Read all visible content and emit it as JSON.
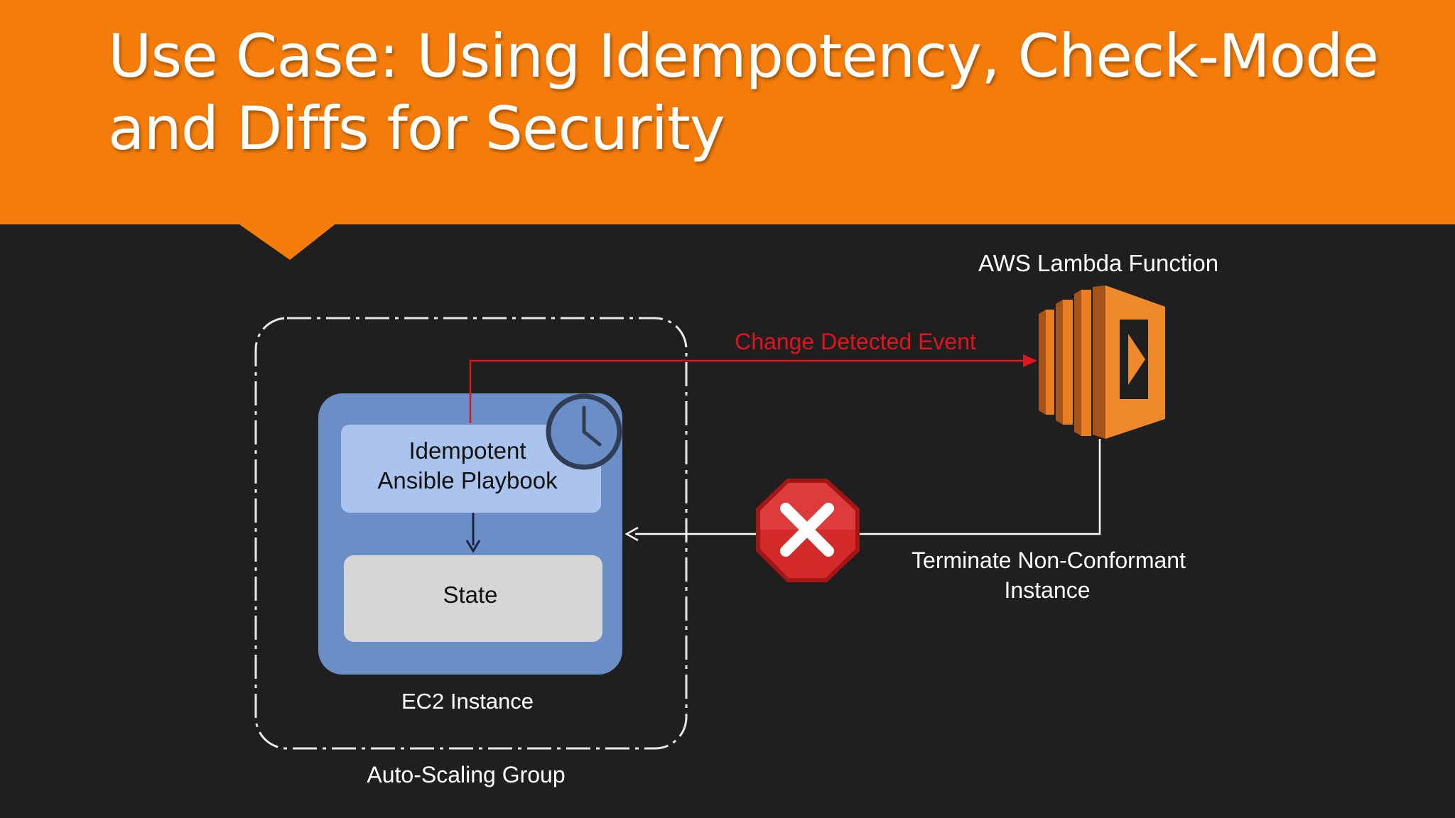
{
  "slide": {
    "title": "Use Case: Using Idempotency, Check-Mode and Diffs for Security"
  },
  "diagram": {
    "lambda_label": "AWS Lambda Function",
    "event_label": "Change Detected Event",
    "playbook_line1": "Idempotent",
    "playbook_line2": "Ansible Playbook",
    "state_label": "State",
    "ec2_label": "EC2 Instance",
    "asg_label": "Auto-Scaling Group",
    "terminate_line1": "Terminate Non-Conformant",
    "terminate_line2": "Instance"
  },
  "icons": [
    "aws-lambda-icon",
    "clock-icon",
    "stop-x-icon"
  ],
  "colors": {
    "header": "#f47c0b",
    "background": "#1f1f1f",
    "event_arrow": "#e0141e",
    "ec2_box": "#6b8ec6",
    "playbook_box": "#aac4ee",
    "state_box": "#d6d6d6",
    "lambda": "#e87d22",
    "stop_sign": "#d42a2a"
  }
}
